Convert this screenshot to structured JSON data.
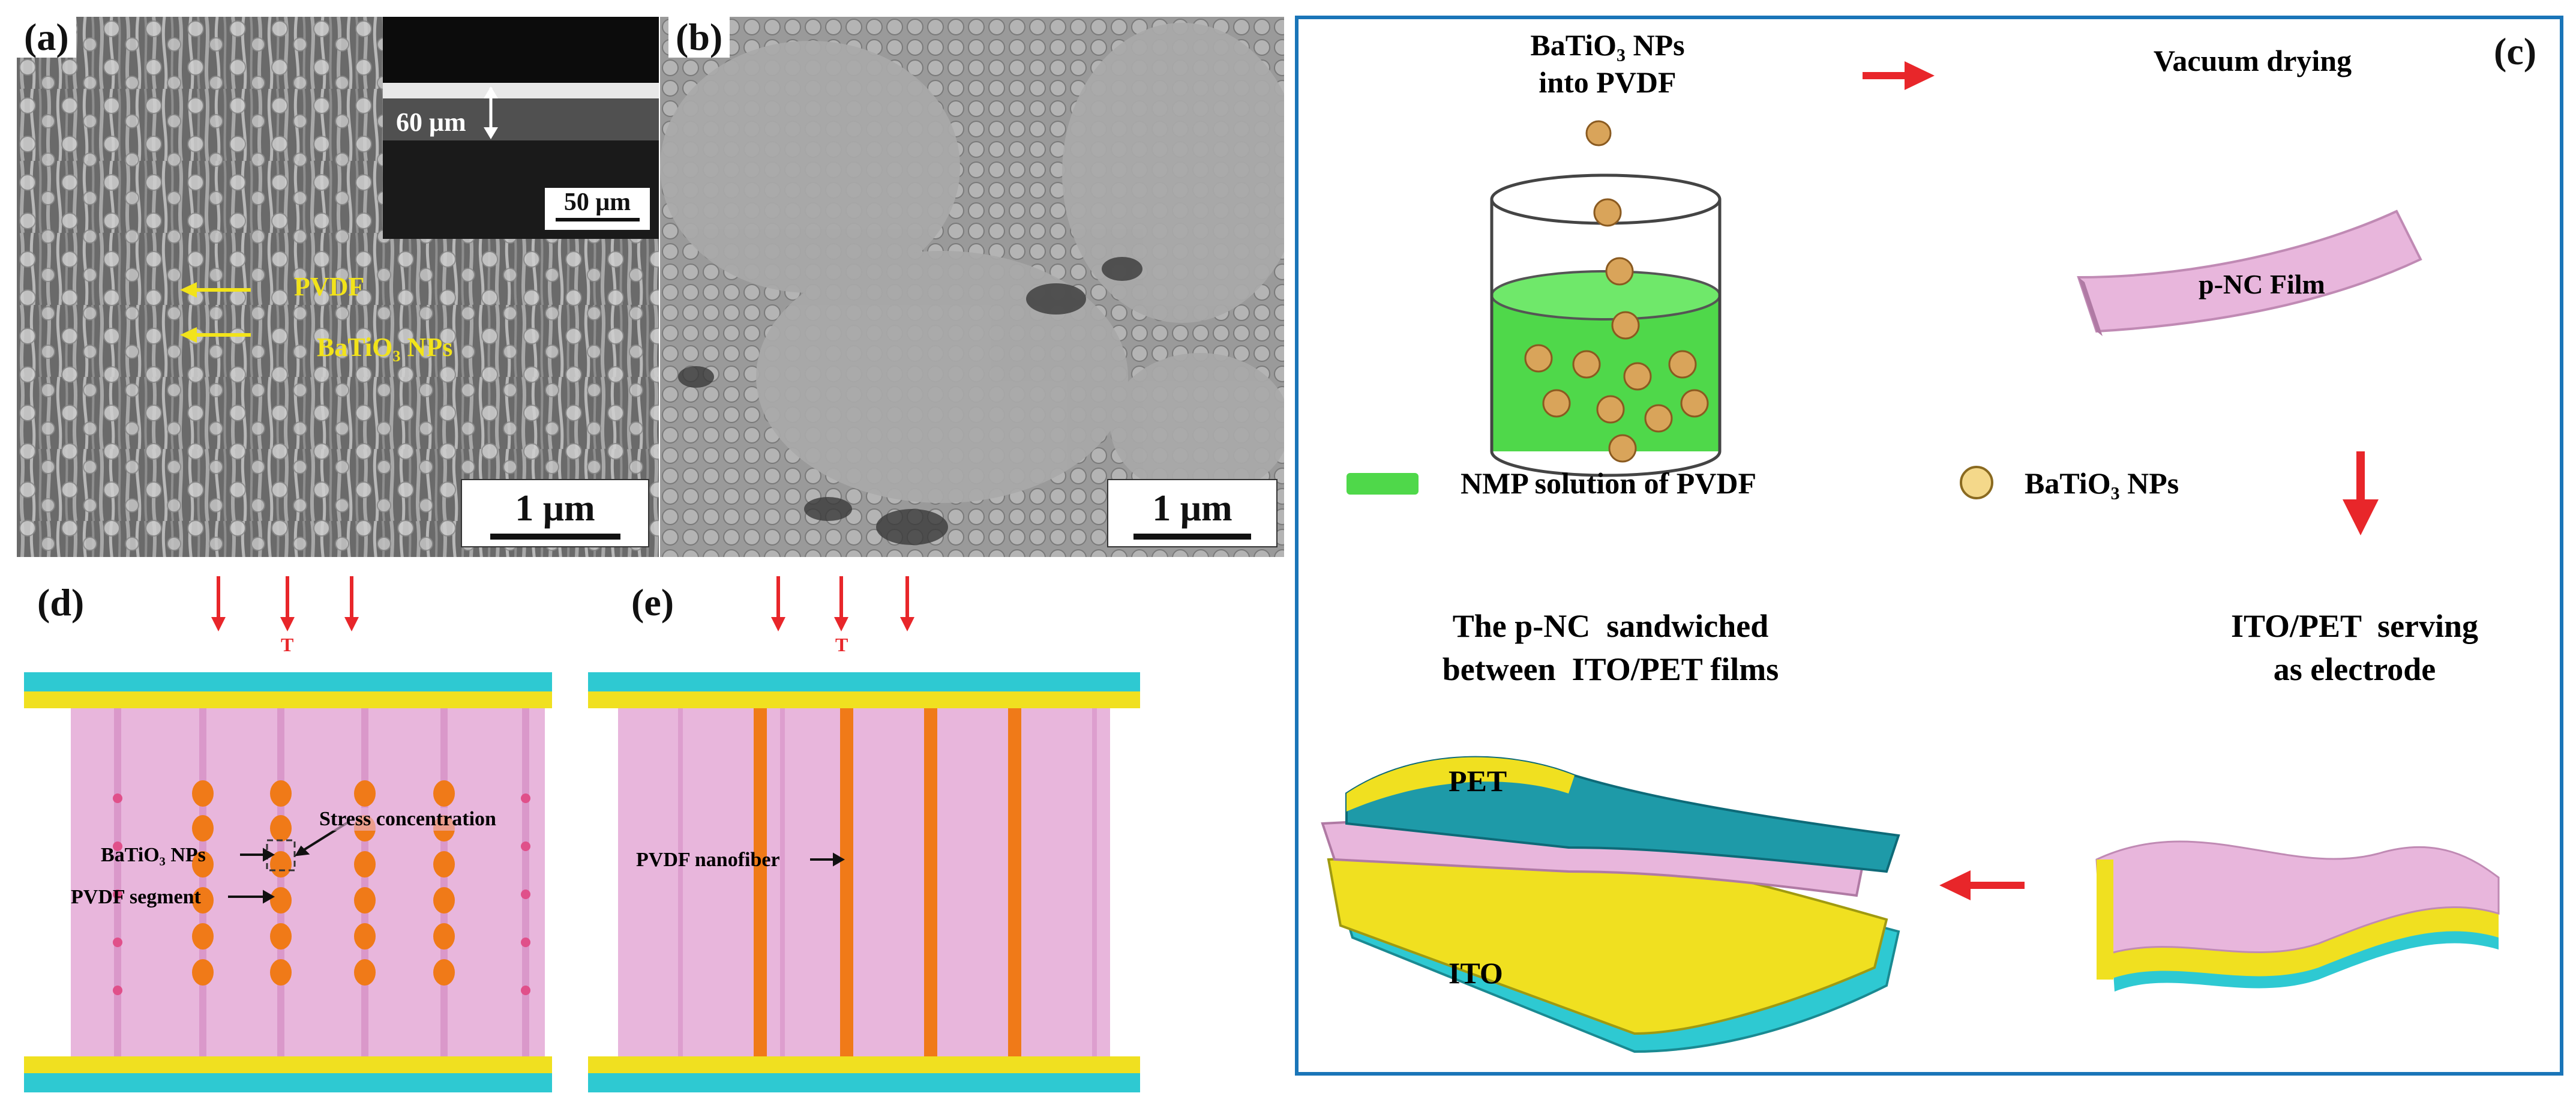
{
  "panels": {
    "a": {
      "label": "(a)",
      "inset_thickness": "60 μm",
      "inset_scale": "50 μm",
      "pvdf": "PVDF",
      "batio3": "BaTiO₃ NPs",
      "scale": "1 μm"
    },
    "b": {
      "label": "(b)",
      "scale": "1 μm"
    },
    "c": {
      "label": "(c)",
      "step1_line1": "BaTiO₃ NPs",
      "step1_line2": "into PVDF",
      "step2": "Vacuum drying",
      "film": "p-NC Film",
      "legend_solution": "NMP solution of PVDF",
      "legend_np": "BaTiO₃ NPs",
      "sandwich_line1": "The p-NC  sandwiched",
      "sandwich_line2": "between  ITO/PET films",
      "electrode_line1": "ITO/PET  serving",
      "electrode_line2": "as electrode",
      "pet": "PET",
      "ito": "ITO"
    },
    "d": {
      "label": "(d)",
      "force": "T",
      "stress": "Stress concentration",
      "batio3": "BaTiO₃ NPs",
      "segment": "PVDF segment"
    },
    "e": {
      "label": "(e)",
      "force": "T",
      "nanofiber": "PVDF nanofiber"
    }
  },
  "colors": {
    "arrow_red": "#e8262a",
    "frame_blue": "#1a75b8",
    "cyan_layer": "#2ec9d2",
    "yellow_layer": "#f0e020",
    "pink_film": "#e8b6dc",
    "orange_fiber": "#f07a18",
    "green_solution": "#4fd84a",
    "np_gold": "#d9a45a",
    "label_yellow": "#f2e31a"
  }
}
